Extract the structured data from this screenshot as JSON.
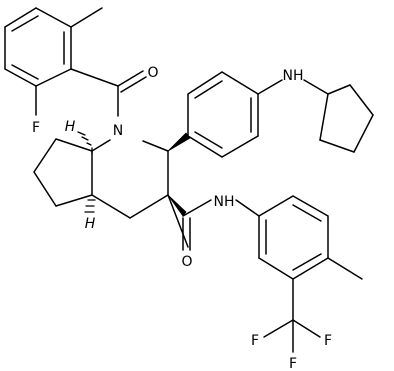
{
  "atoms": {
    "O_amide": "O",
    "O_ketone": "O",
    "N_ring": "N",
    "NH_aniline": "NH",
    "NH_amide": "NH",
    "F_aryl": "F",
    "F1": "F",
    "F2": "F",
    "F3": "F",
    "H_7a": "H",
    "H_4a": "H"
  }
}
